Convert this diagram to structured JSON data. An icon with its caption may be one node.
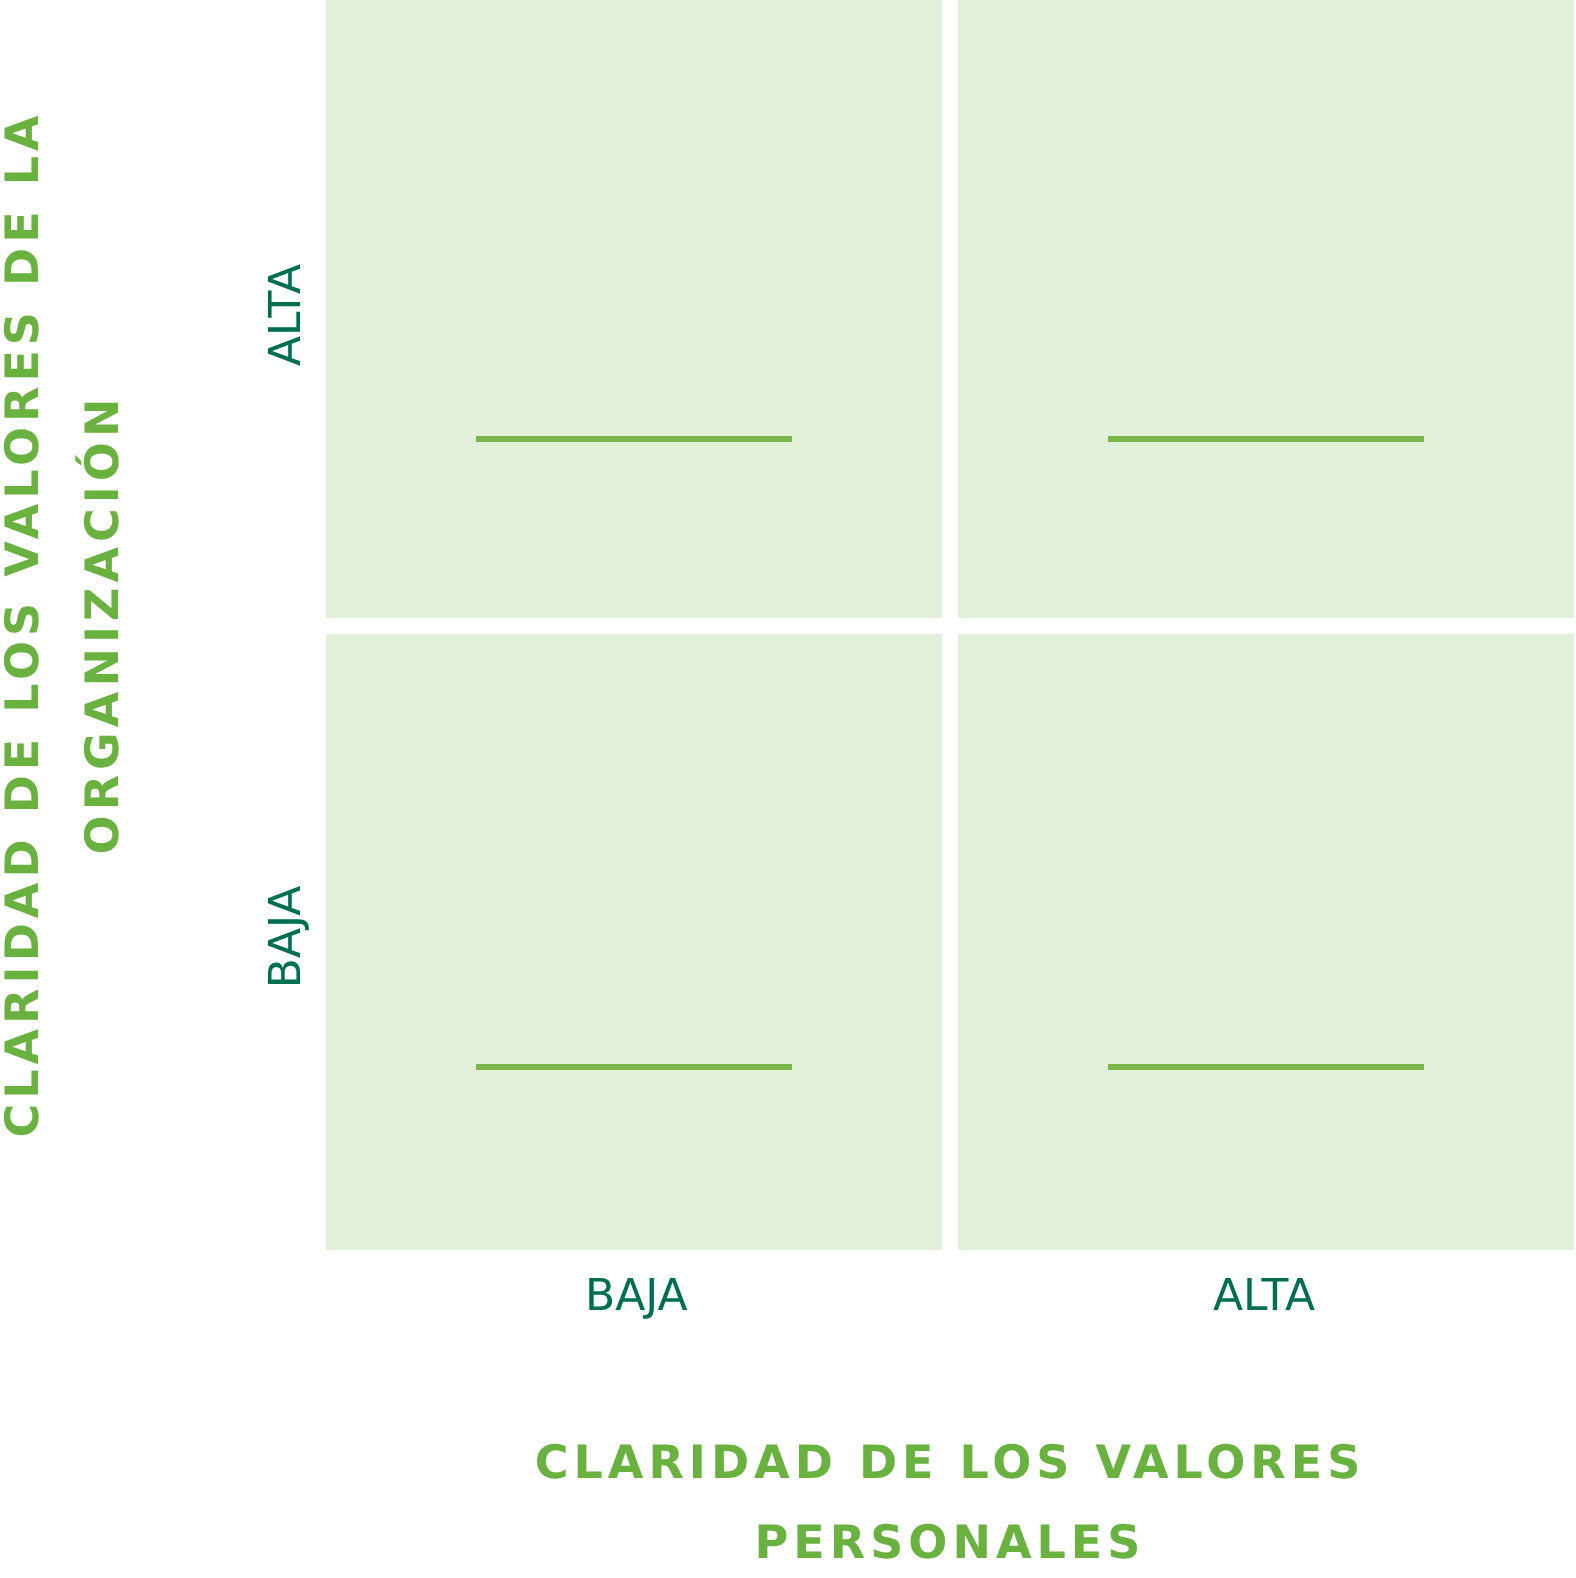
{
  "diagram": {
    "nodes": [
      {
        "text": [],
        "shape": "box"
      },
      {
        "text": [],
        "shape": "box"
      },
      {
        "text": [],
        "shape": "box"
      },
      {
        "text": [],
        "shape": "box"
      }
    ],
    "edges": [],
    "labels": [
      "CLARIDAD DE LOS VALORES DE LA ORGANIZACIÓN",
      "ALTA",
      "BAJA",
      "BAJA",
      "ALTA",
      "CLARIDAD DE LOS VALORES PERSONALES"
    ]
  }
}
